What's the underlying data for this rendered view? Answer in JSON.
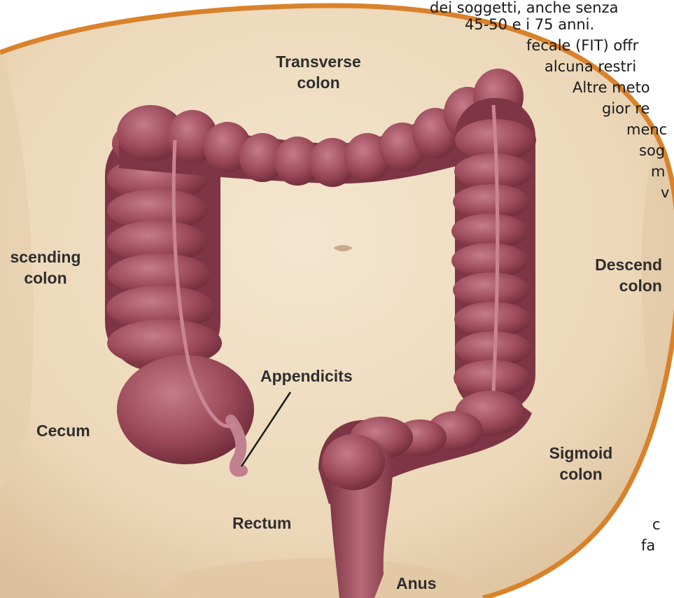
{
  "paragraph": {
    "lines": [
      "dei soggetti, anche senza",
      "45-50 e i 75 anni.",
      "fecale (FIT) offr",
      "alcuna restri",
      "Altre meto",
      "gior re",
      "menc",
      "sog",
      "m",
      "v",
      "c",
      "fa"
    ]
  },
  "labels": {
    "transverse": [
      "Transverse",
      "colon"
    ],
    "ascending": [
      "scending",
      "colon"
    ],
    "descending": [
      "Descend",
      "colon"
    ],
    "appendix": "Appendicits",
    "cecum": "Cecum",
    "sigmoid": [
      "Sigmoid",
      "colon"
    ],
    "rectum": "Rectum",
    "anus": "Anus"
  },
  "colors": {
    "frame": "#d9822b",
    "skin": "#efdcc0",
    "colon": "#9c4a5a"
  }
}
